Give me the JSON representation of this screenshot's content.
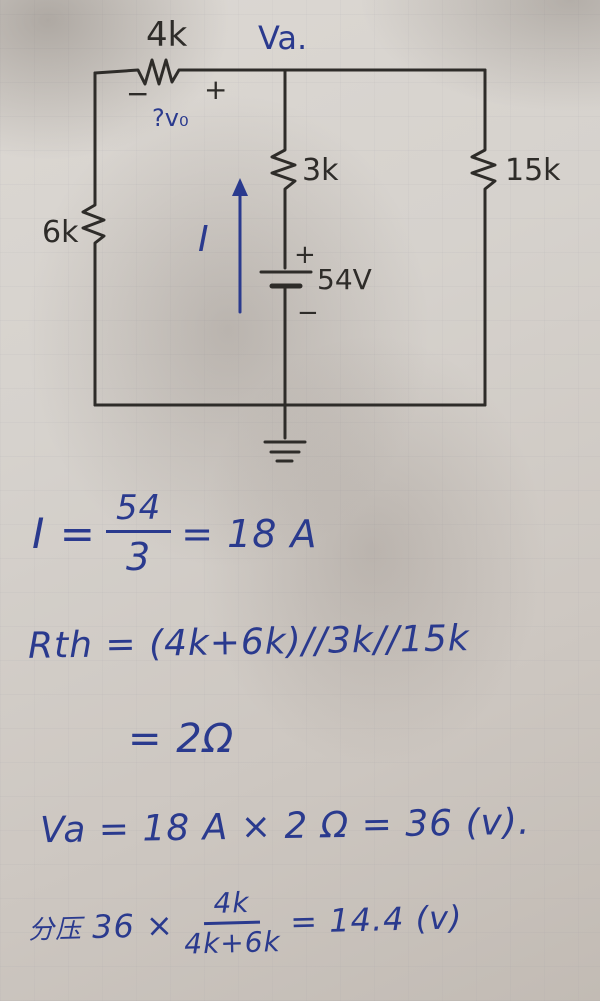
{
  "colors": {
    "paper": "#d6d2cd",
    "ink_black": "#2e2c29",
    "ink_blue": "#2a3a8e"
  },
  "circuit": {
    "r_top_label": "4k",
    "node_label": "Va.",
    "polarity_minus": "−",
    "polarity_plus": "+",
    "vo_label": "?v₀",
    "r_left_label": "6k",
    "r_mid_label": "3k",
    "r_right_label": "15k",
    "current_label": "I",
    "source_plus": "+",
    "source_label": "54V",
    "source_minus": "−"
  },
  "work": {
    "eq1": {
      "lhs": "I =",
      "num": "54",
      "den": "3",
      "rhs": "= 18 A"
    },
    "eq2": "Rth = (4k+6k)//3k//15k",
    "eq3": "= 2Ω",
    "eq4": "Va = 18 A × 2 Ω = 36 (v).",
    "eq5": {
      "prefix": "分压",
      "mid": "36 ×",
      "num": "4k",
      "den": "4k+6k",
      "suffix": "= 14.4 (v)"
    }
  }
}
